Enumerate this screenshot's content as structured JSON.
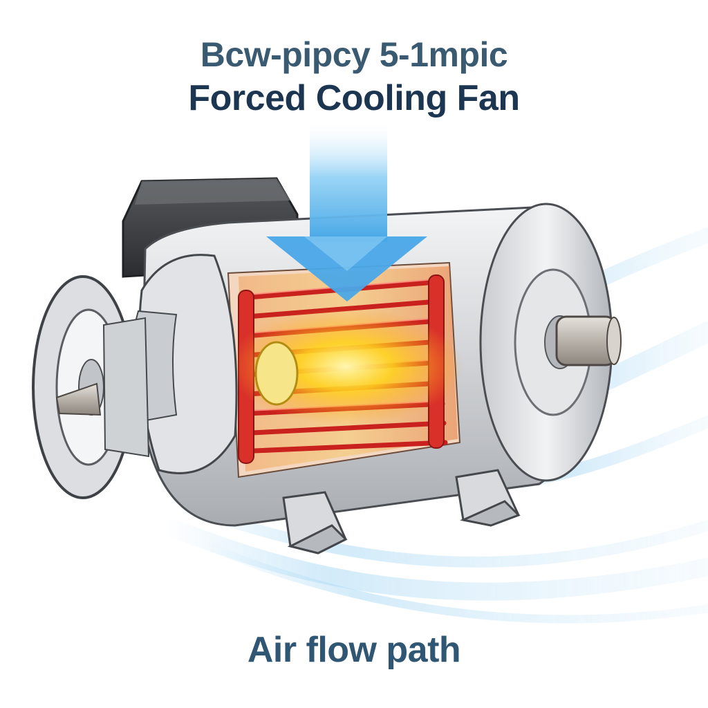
{
  "title": {
    "line1": "Bcw-pipcy 5-1mpic",
    "line2": "Forced Cooling Fan"
  },
  "caption": "Air flow path",
  "colors": {
    "title_dark": "#1c3550",
    "title_muted": "#3a5a72",
    "caption": "#2f5673",
    "airflow_blue": "#5ab4ec",
    "winding_red": "#d9302a",
    "hotspot_yellow": "#ffd21e",
    "housing_gray": "#d4d6d9",
    "terminal_box": "#3b3d40"
  },
  "icons": {
    "arrow": "down-arrow-icon",
    "motor": "electric-motor-icon"
  }
}
